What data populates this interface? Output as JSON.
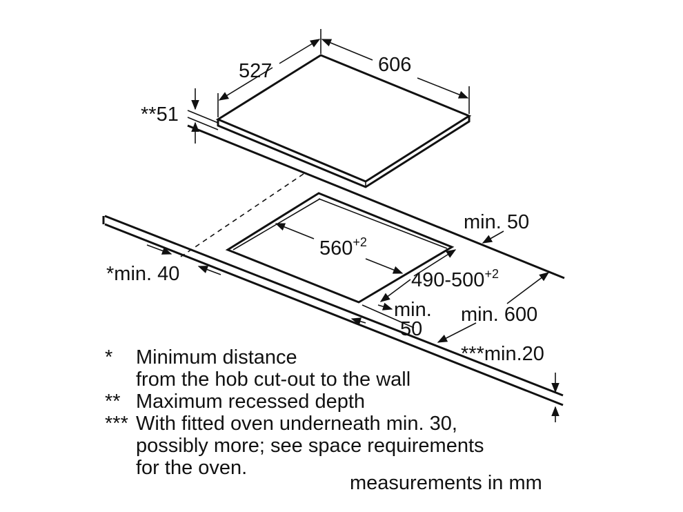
{
  "dimensions": {
    "hob_depth": "527",
    "hob_width": "606",
    "recess_depth": "**51",
    "cutout_width": "560",
    "cutout_width_tol": "+2",
    "cutout_depth": "490-500",
    "cutout_depth_tol": "+2",
    "wall_distance": "*min. 40",
    "back_distance": "min. 50",
    "front_distance_line1": "min.",
    "front_distance_line2": "50",
    "worktop_depth": "min. 600",
    "worktop_thickness": "***min.20"
  },
  "notes": [
    {
      "marker": "*",
      "lines": [
        "Minimum distance",
        "from the hob cut-out to the wall"
      ]
    },
    {
      "marker": "**",
      "lines": [
        "Maximum recessed depth"
      ]
    },
    {
      "marker": "***",
      "lines": [
        "With fitted oven underneath min. 30,",
        "possibly more; see space requirements",
        "for the oven."
      ]
    }
  ],
  "units_note": "measurements in mm"
}
